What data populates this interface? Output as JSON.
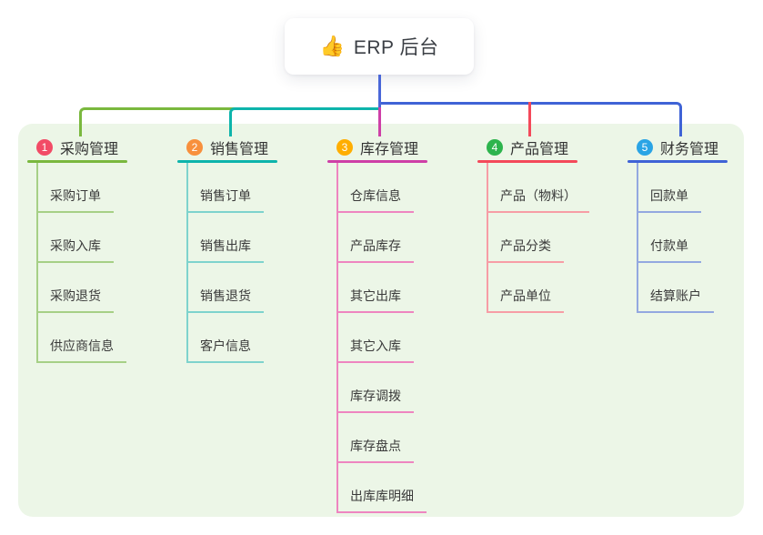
{
  "root": {
    "icon": "👍",
    "label": "ERP 后台"
  },
  "panel_color": "#ecf6e7",
  "connector_color": "#4a67d8",
  "branches": [
    {
      "num": "1",
      "title": "采购管理",
      "badge_color": "#f24b66",
      "line_color": "#7ab83e",
      "child_line_color": "#a6d086",
      "children": [
        "采购订单",
        "采购入库",
        "采购退货",
        "供应商信息"
      ]
    },
    {
      "num": "2",
      "title": "销售管理",
      "badge_color": "#f8903d",
      "line_color": "#0db4ab",
      "child_line_color": "#7ed3cd",
      "children": [
        "销售订单",
        "销售出库",
        "销售退货",
        "客户信息"
      ]
    },
    {
      "num": "3",
      "title": "库存管理",
      "badge_color": "#ffae00",
      "line_color": "#ce3fa7",
      "child_line_color": "#ee85c0",
      "children": [
        "仓库信息",
        "产品库存",
        "其它出库",
        "其它入库",
        "库存调拨",
        "库存盘点",
        "出库库明细"
      ]
    },
    {
      "num": "4",
      "title": "产品管理",
      "badge_color": "#2db44d",
      "line_color": "#f4495a",
      "child_line_color": "#f79da6",
      "children": [
        "产品（物料）",
        "产品分类",
        "产品单位"
      ]
    },
    {
      "num": "5",
      "title": "财务管理",
      "badge_color": "#2aa4e5",
      "line_color": "#3f63d6",
      "child_line_color": "#93a8e0",
      "children": [
        "回款单",
        "付款单",
        "结算账户"
      ]
    }
  ]
}
